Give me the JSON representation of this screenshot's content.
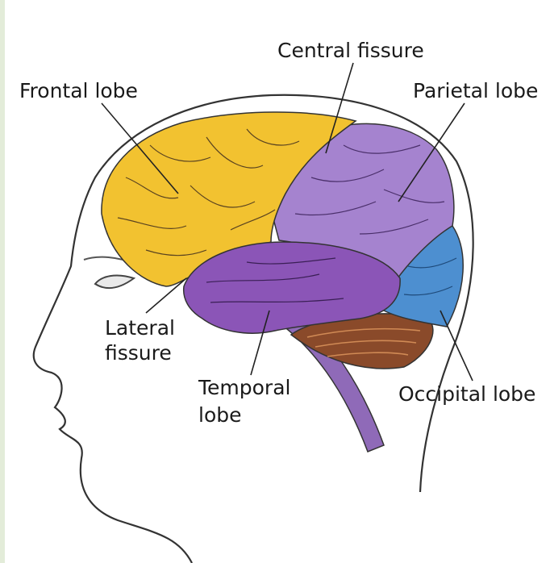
{
  "labels": {
    "frontal": "Frontal lobe",
    "central": "Central fissure",
    "parietal": "Parietal lobe",
    "lateral_1": "Lateral",
    "lateral_2": "fissure",
    "temporal_1": "Temporal",
    "temporal_2": "lobe",
    "occipital": "Occipital lobe"
  },
  "colors": {
    "frontal": "#f2c230",
    "parietal": "#a583cf",
    "temporal": "#8b55b7",
    "occipital": "#4d8fd0",
    "cerebellum": "#8a4a2a",
    "brainstem": "#8f6ab8",
    "outline": "#222222"
  }
}
